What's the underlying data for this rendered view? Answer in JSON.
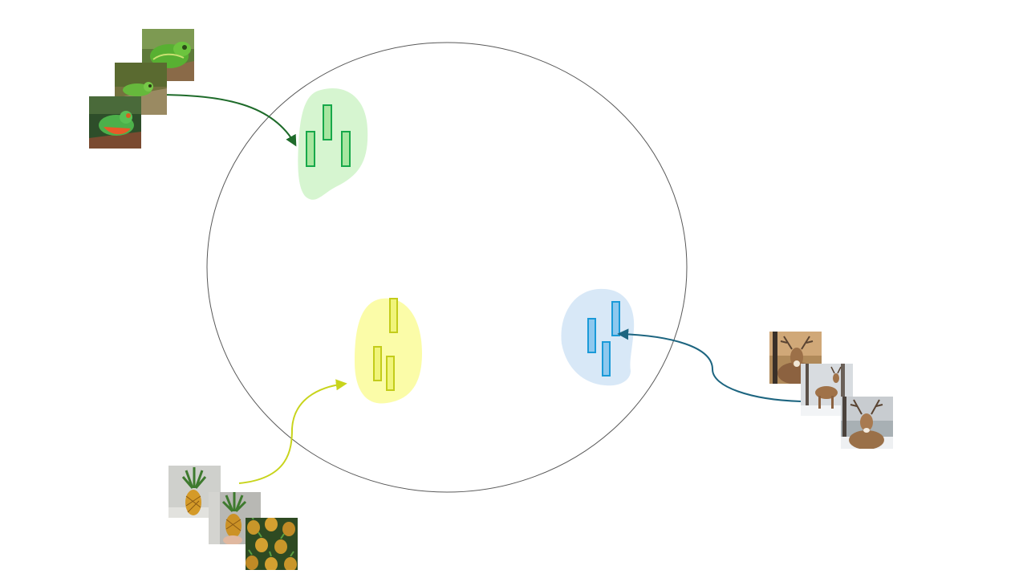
{
  "diagram": {
    "type": "embedding-space-illustration",
    "space": {
      "shape": "ellipse",
      "stroke_color": "#595959"
    },
    "clusters": [
      {
        "id": "chameleon",
        "subject": "chameleon-photo",
        "region_color": "#d6f5d0",
        "bar_fill": "#a8e6a0",
        "bar_stroke": "#17a84a",
        "arrow_color": "#1e6b2a",
        "embeddings": 3,
        "images": 3
      },
      {
        "id": "pineapple",
        "subject": "pineapple-photo",
        "region_color": "#fbfca8",
        "bar_fill": "#f0f47a",
        "bar_stroke": "#c3cc1a",
        "arrow_color": "#c8d41c",
        "embeddings": 3,
        "images": 3
      },
      {
        "id": "deer",
        "subject": "deer-photo",
        "region_color": "#d8e8f7",
        "bar_fill": "#8ec8ee",
        "bar_stroke": "#1a9ad8",
        "arrow_color": "#1d6580",
        "embeddings": 3,
        "images": 3
      }
    ]
  }
}
